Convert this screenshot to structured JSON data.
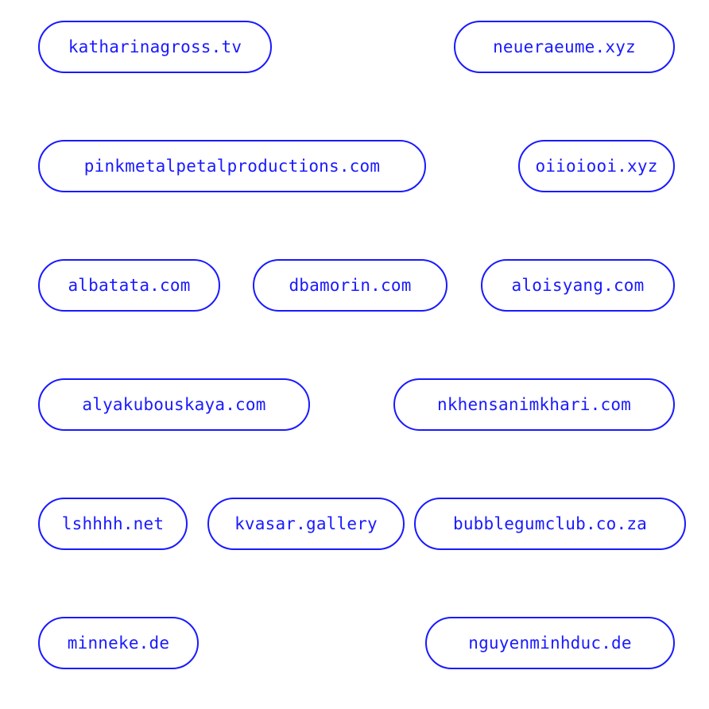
{
  "accent_color": "#1a1aff",
  "links": [
    "katharinagross.tv",
    "neueraeume.xyz",
    "pinkmetalpetalproductions.com",
    "oiioiooi.xyz",
    "albatata.com",
    "dbamorin.com",
    "aloisyang.com",
    "alyakubouskaya.com",
    "nkhensanimkhari.com",
    "lshhhh.net",
    "kvasar.gallery",
    "bubblegumclub.co.za",
    "minneke.de",
    "nguyenminhduc.de"
  ]
}
